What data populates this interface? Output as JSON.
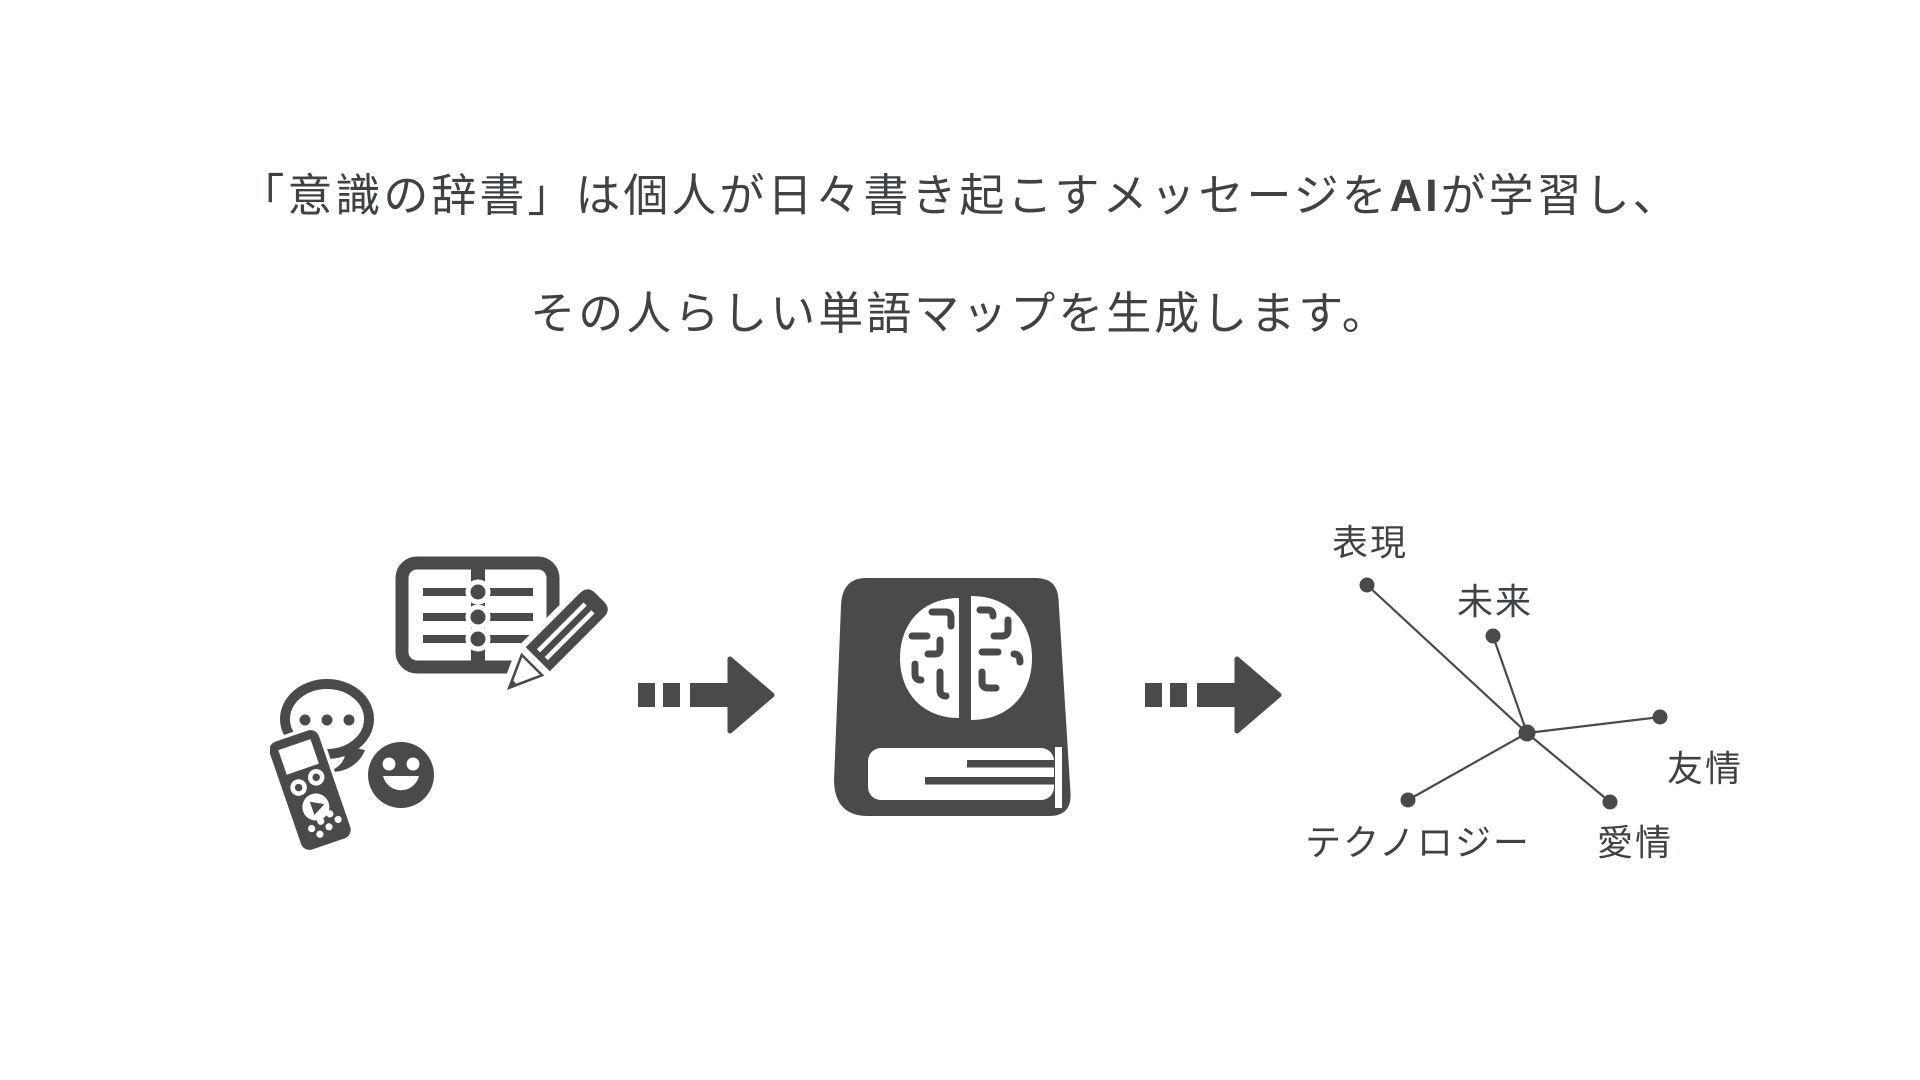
{
  "colors": {
    "background": "#ffffff",
    "text": "#3f4245",
    "ink": "#4a4a4a"
  },
  "caption": {
    "line1_pre": "「意識の辞書」は個人が日々書き起こすメッセージを",
    "line1_bold": "AI",
    "line1_post": "が学習し、",
    "line2": "その人らしい単語マップを生成します。"
  },
  "flow": {
    "step1_icons": [
      "notebook-pencil-icon",
      "speech-bubble-icon",
      "voice-recorder-icon",
      "smiley-face-icon"
    ],
    "arrow_icon": "dashed-arrow-right-icon",
    "step2_icon": "brain-dictionary-book-icon",
    "step3": "word-map-network"
  },
  "word_map": {
    "nodes": [
      {
        "label": "表現"
      },
      {
        "label": "未来"
      },
      {
        "label": "友情"
      },
      {
        "label": "愛情"
      },
      {
        "label": "テクノロジー"
      }
    ],
    "edges": [
      [
        "center",
        "表現"
      ],
      [
        "center",
        "未来"
      ],
      [
        "center",
        "友情"
      ],
      [
        "center",
        "愛情"
      ],
      [
        "center",
        "テクノロジー"
      ]
    ]
  }
}
